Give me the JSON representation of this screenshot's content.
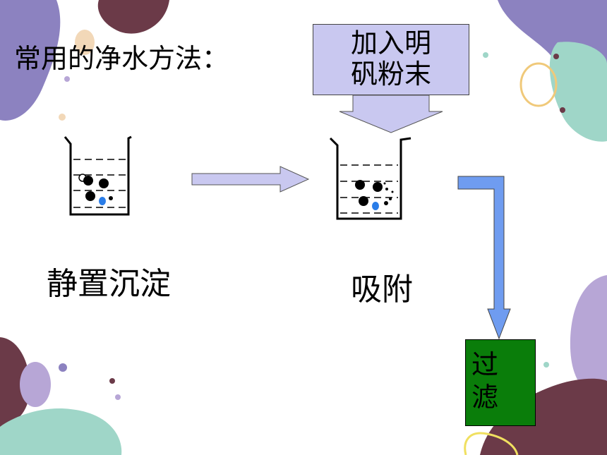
{
  "title": "常用的净水方法：",
  "steps": {
    "alum": {
      "line1": "加入明",
      "line2": "矾粉末"
    },
    "sedimentation": "静置沉淀",
    "adsorption": "吸附",
    "filtration": {
      "line1": "过",
      "line2": "滤"
    }
  },
  "colors": {
    "arrow_light": "#c9c8f0",
    "arrow_blue": "#6f9cf0",
    "filter_green": "#0a7d0a",
    "blob_purple": "#8c82c0",
    "blob_maroon": "#6b3a48",
    "blob_teal": "#9fd6c8",
    "blob_lavender": "#b7a6d6"
  }
}
